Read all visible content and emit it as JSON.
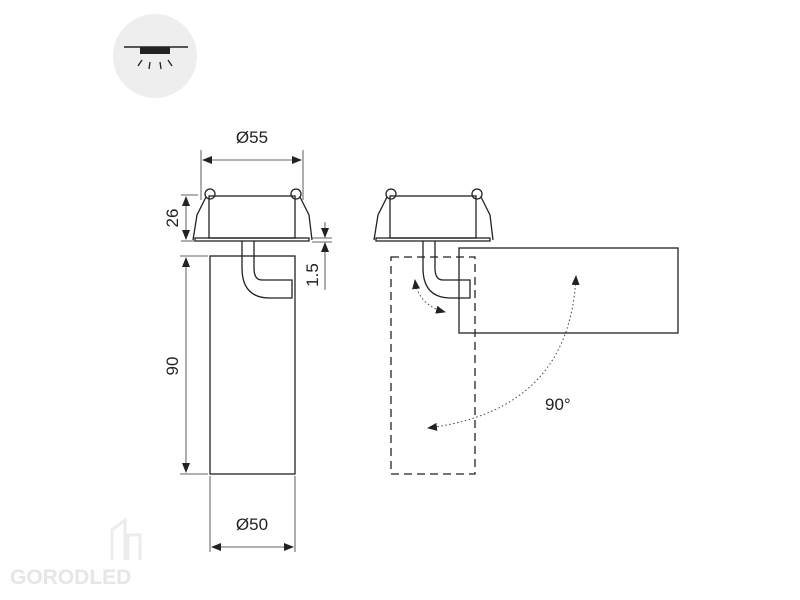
{
  "dimensions": {
    "top_diameter": "Ø55",
    "height_mount": "26",
    "gap": "1.5",
    "body_height": "90",
    "body_diameter": "Ø50",
    "rotation_angle": "90°"
  },
  "logo": {
    "text": "GORODLED"
  },
  "icon": {
    "name": "recessed-light-icon"
  }
}
